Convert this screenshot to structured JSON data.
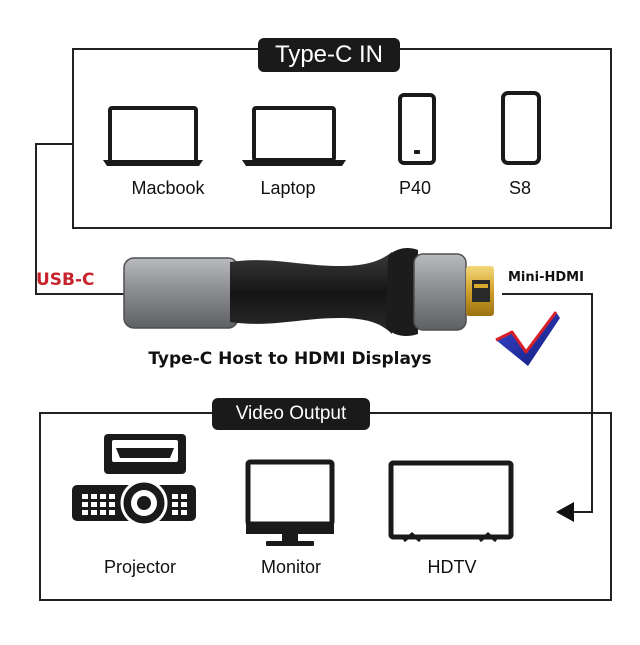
{
  "header_top": "Type-C IN",
  "header_bottom": "Video Output",
  "sources": [
    {
      "label": "Macbook",
      "icon": "macbook-icon"
    },
    {
      "label": "Laptop",
      "icon": "laptop-icon"
    },
    {
      "label": "P40",
      "icon": "phone-icon"
    },
    {
      "label": "S8",
      "icon": "phone-icon"
    }
  ],
  "cable": {
    "left_connector": "USB-C",
    "right_connector": "Mini-HDMI",
    "caption": "Type-C Host to HDMI Displays"
  },
  "outputs": [
    {
      "label": "Projector",
      "icon": "projector-icon"
    },
    {
      "label": "Monitor",
      "icon": "monitor-icon"
    },
    {
      "label": "HDTV",
      "icon": "tv-icon"
    }
  ],
  "colors": {
    "usbc_label": "#c8232c",
    "line": "#222222",
    "check_red": "#d8202a",
    "check_blue": "#1f2a9a",
    "adapter_body": "#8a8c90",
    "cable": "#1c1c1c",
    "gold": "#d9a92c"
  }
}
